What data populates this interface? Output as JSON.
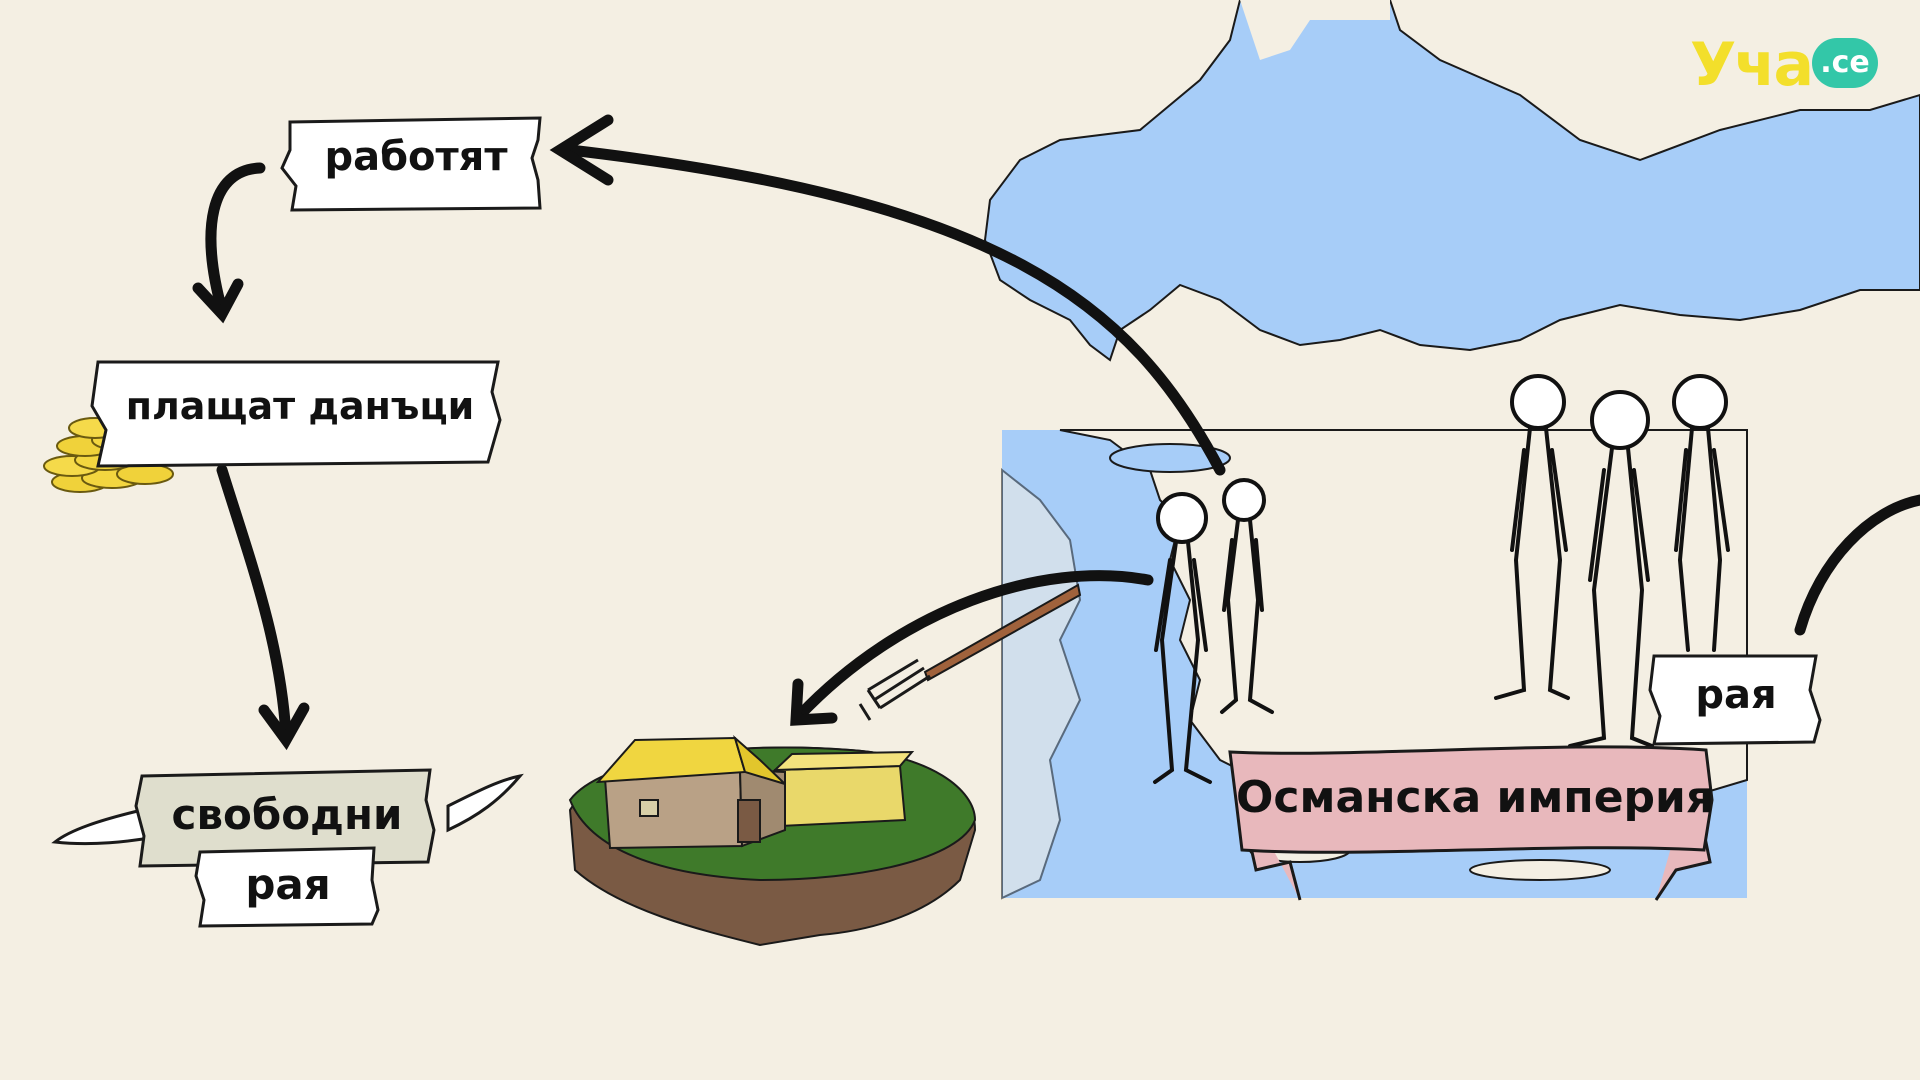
{
  "logo": {
    "text": "Уча",
    "badge": ".ce"
  },
  "labels": {
    "work": "работят",
    "taxes": "плащат данъци",
    "free": "свободни",
    "raya_left": "рая",
    "raya_right": "рая",
    "empire": "Османска империя"
  },
  "colors": {
    "background": "#f4efe3",
    "sea": "#a7cdf8",
    "ribbon": "#e8b8bc",
    "banner": "#dfdecd",
    "grass": "#3f7a2a",
    "roof": "#f0d640"
  }
}
